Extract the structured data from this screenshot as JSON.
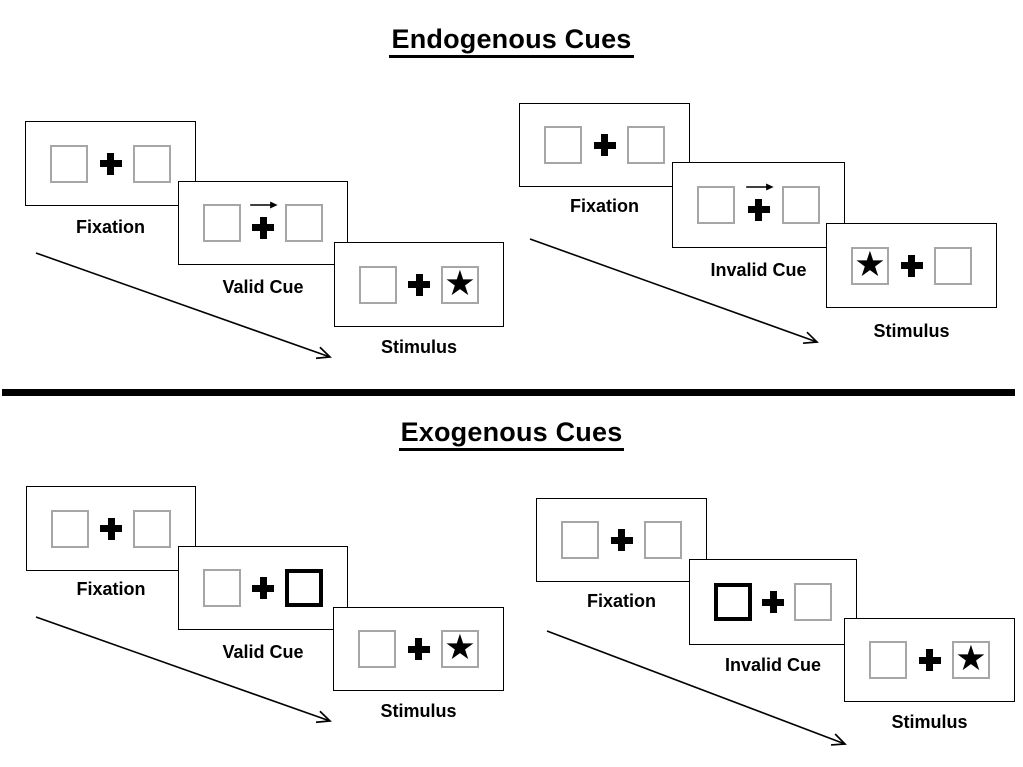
{
  "diagram": {
    "type": "posner-cueing-task",
    "glyphs": {
      "star": "★",
      "fixation_cross": "+",
      "cue_arrow_direction": "right"
    },
    "colors": {
      "panel_border": "#000000",
      "square_border": "#a6a6a6",
      "ink": "#000000",
      "background": "#ffffff"
    },
    "endogenous": {
      "title": "Endogenous Cues",
      "valid": {
        "fixation_label": "Fixation",
        "cue_label": "Valid Cue",
        "stimulus_label": "Stimulus",
        "cue_symbol": "central-arrow-right-above-cross",
        "star_side": "right"
      },
      "invalid": {
        "fixation_label": "Fixation",
        "cue_label": "Invalid Cue",
        "stimulus_label": "Stimulus",
        "cue_symbol": "central-arrow-right-above-cross",
        "star_side": "left"
      }
    },
    "exogenous": {
      "title": "Exogenous Cues",
      "valid": {
        "fixation_label": "Fixation",
        "cue_label": "Valid Cue",
        "stimulus_label": "Stimulus",
        "cue_symbol": "peripheral-thick-box-right",
        "star_side": "right"
      },
      "invalid": {
        "fixation_label": "Fixation",
        "cue_label": "Invalid Cue",
        "stimulus_label": "Stimulus",
        "cue_symbol": "peripheral-thick-box-left",
        "star_side": "right"
      }
    }
  }
}
